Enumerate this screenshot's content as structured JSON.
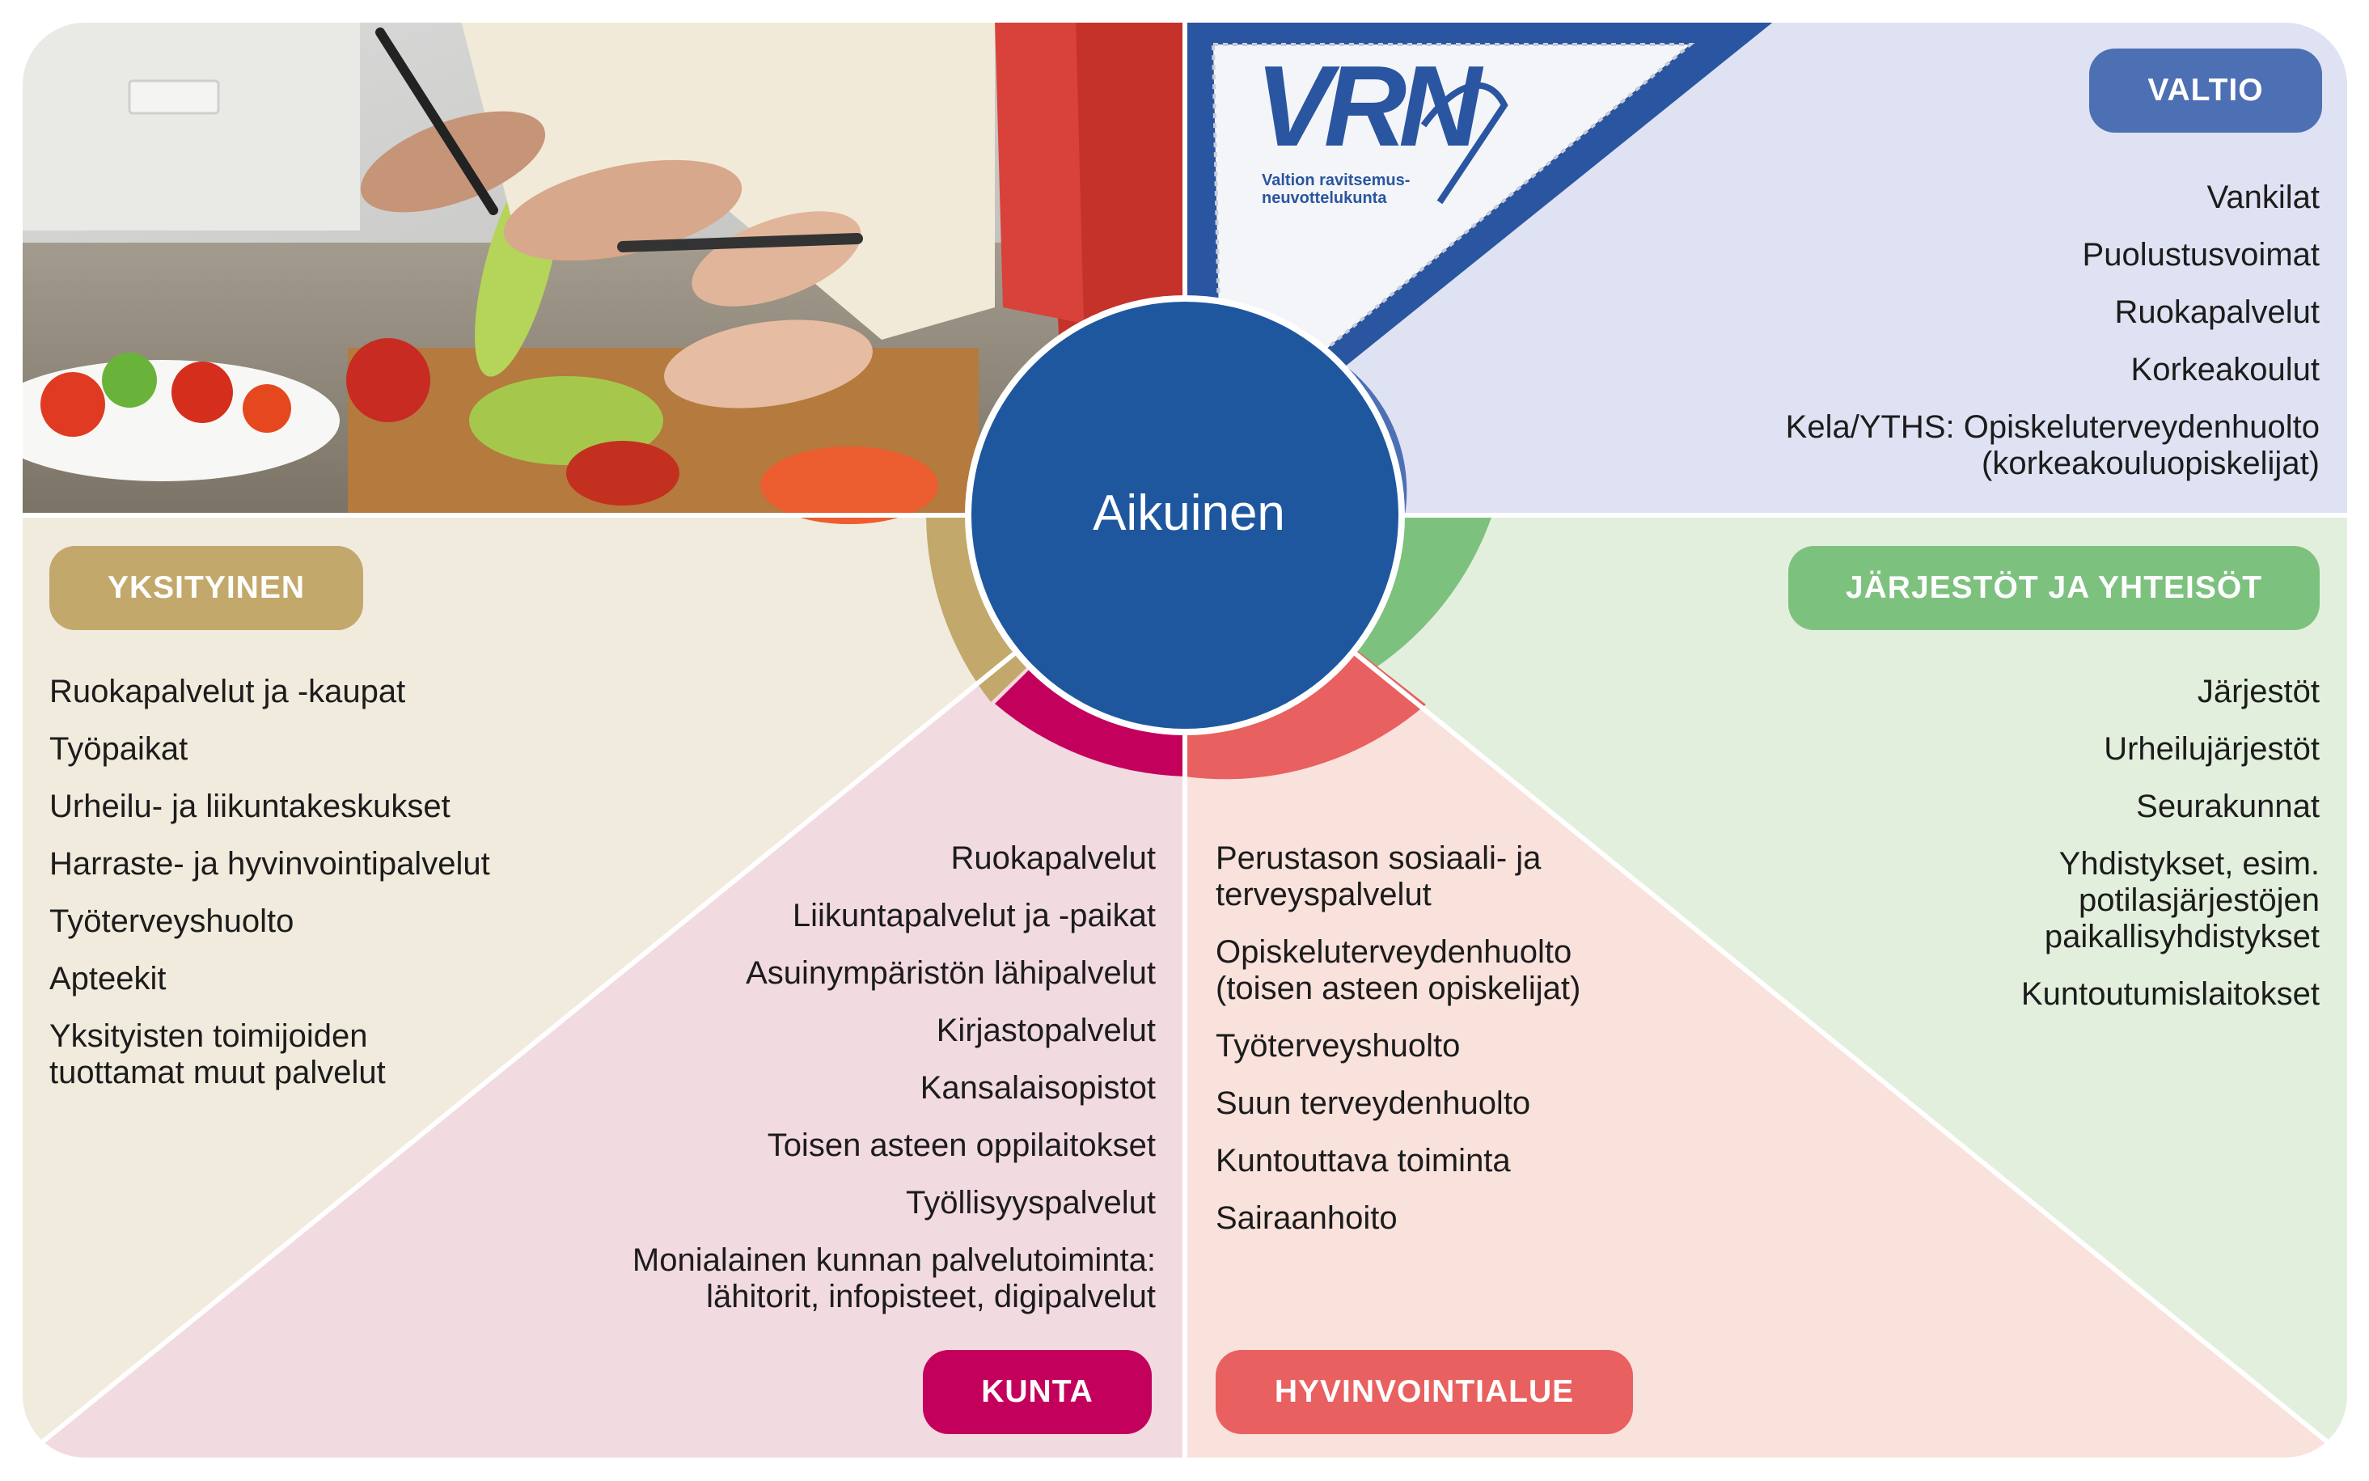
{
  "center": {
    "label": "Aikuinen"
  },
  "logo": {
    "text": "VRN",
    "subtitle_line1": "Valtion ravitsemus-",
    "subtitle_line2": "neuvottelukunta"
  },
  "colors": {
    "valtio": "#4d6fb4",
    "valtio_bg": "#dfe2f2",
    "jarjestot": "#7dc17f",
    "jarjestot_bg": "#e3efdd",
    "hyvinvointialue": "#e8605f",
    "hyvinvointialue_bg": "#f9e1dc",
    "kunta": "#c4005d",
    "kunta_bg": "#f2dae1",
    "yksityinen": "#c2a86b",
    "yksityinen_bg": "#f1ebde",
    "center": "#1f579f",
    "logo_band": "#2a55a0"
  },
  "sections": {
    "valtio": {
      "badge": "VALTIO",
      "items": [
        "Vankilat",
        "Puolustusvoimat",
        "Ruokapalvelut",
        "Korkeakoulut"
      ],
      "last_line1": "Kela/YTHS: Opiskeluterveydenhuolto",
      "last_line2": "(korkeakouluopiskelijat)"
    },
    "jarjestot": {
      "badge": "JÄRJESTÖT JA YHTEISÖT",
      "items": [
        "Järjestöt",
        "Urheilujärjestöt",
        "Seurakunnat"
      ],
      "multi_line1": "Yhdistykset, esim.",
      "multi_line2": "potilasjärjestöjen",
      "multi_line3": "paikallisyhdistykset",
      "last": "Kuntoutumislaitokset"
    },
    "yksityinen": {
      "badge": "YKSITYINEN",
      "items": [
        "Ruokapalvelut ja -kaupat",
        "Työpaikat",
        "Urheilu- ja liikuntakeskukset",
        "Harraste- ja hyvinvointipalvelut",
        "Työterveyshuolto",
        "Apteekit"
      ],
      "last_line1": "Yksityisten toimijoiden",
      "last_line2": "tuottamat muut palvelut"
    },
    "kunta": {
      "badge": "KUNTA",
      "items": [
        "Ruokapalvelut",
        "Liikuntapalvelut ja -paikat",
        "Asuinympäristön lähipalvelut",
        "Kirjastopalvelut",
        "Kansalaisopistot",
        "Toisen asteen oppilaitokset",
        "Työllisyyspalvelut"
      ],
      "last_line1": "Monialainen kunnan palvelutoiminta:",
      "last_line2": "lähitorit, infopisteet, digipalvelut"
    },
    "hyvinvointialue": {
      "badge": "HYVINVOINTIALUE",
      "first_line1": "Perustason sosiaali- ja",
      "first_line2": "terveyspalvelut",
      "second_line1": "Opiskeluterveydenhuolto",
      "second_line2": "(toisen asteen opiskelijat)",
      "items": [
        "Työterveyshuolto",
        "Suun terveydenhuolto",
        "Kuntouttava toiminta",
        "Sairaanhoito"
      ]
    }
  }
}
